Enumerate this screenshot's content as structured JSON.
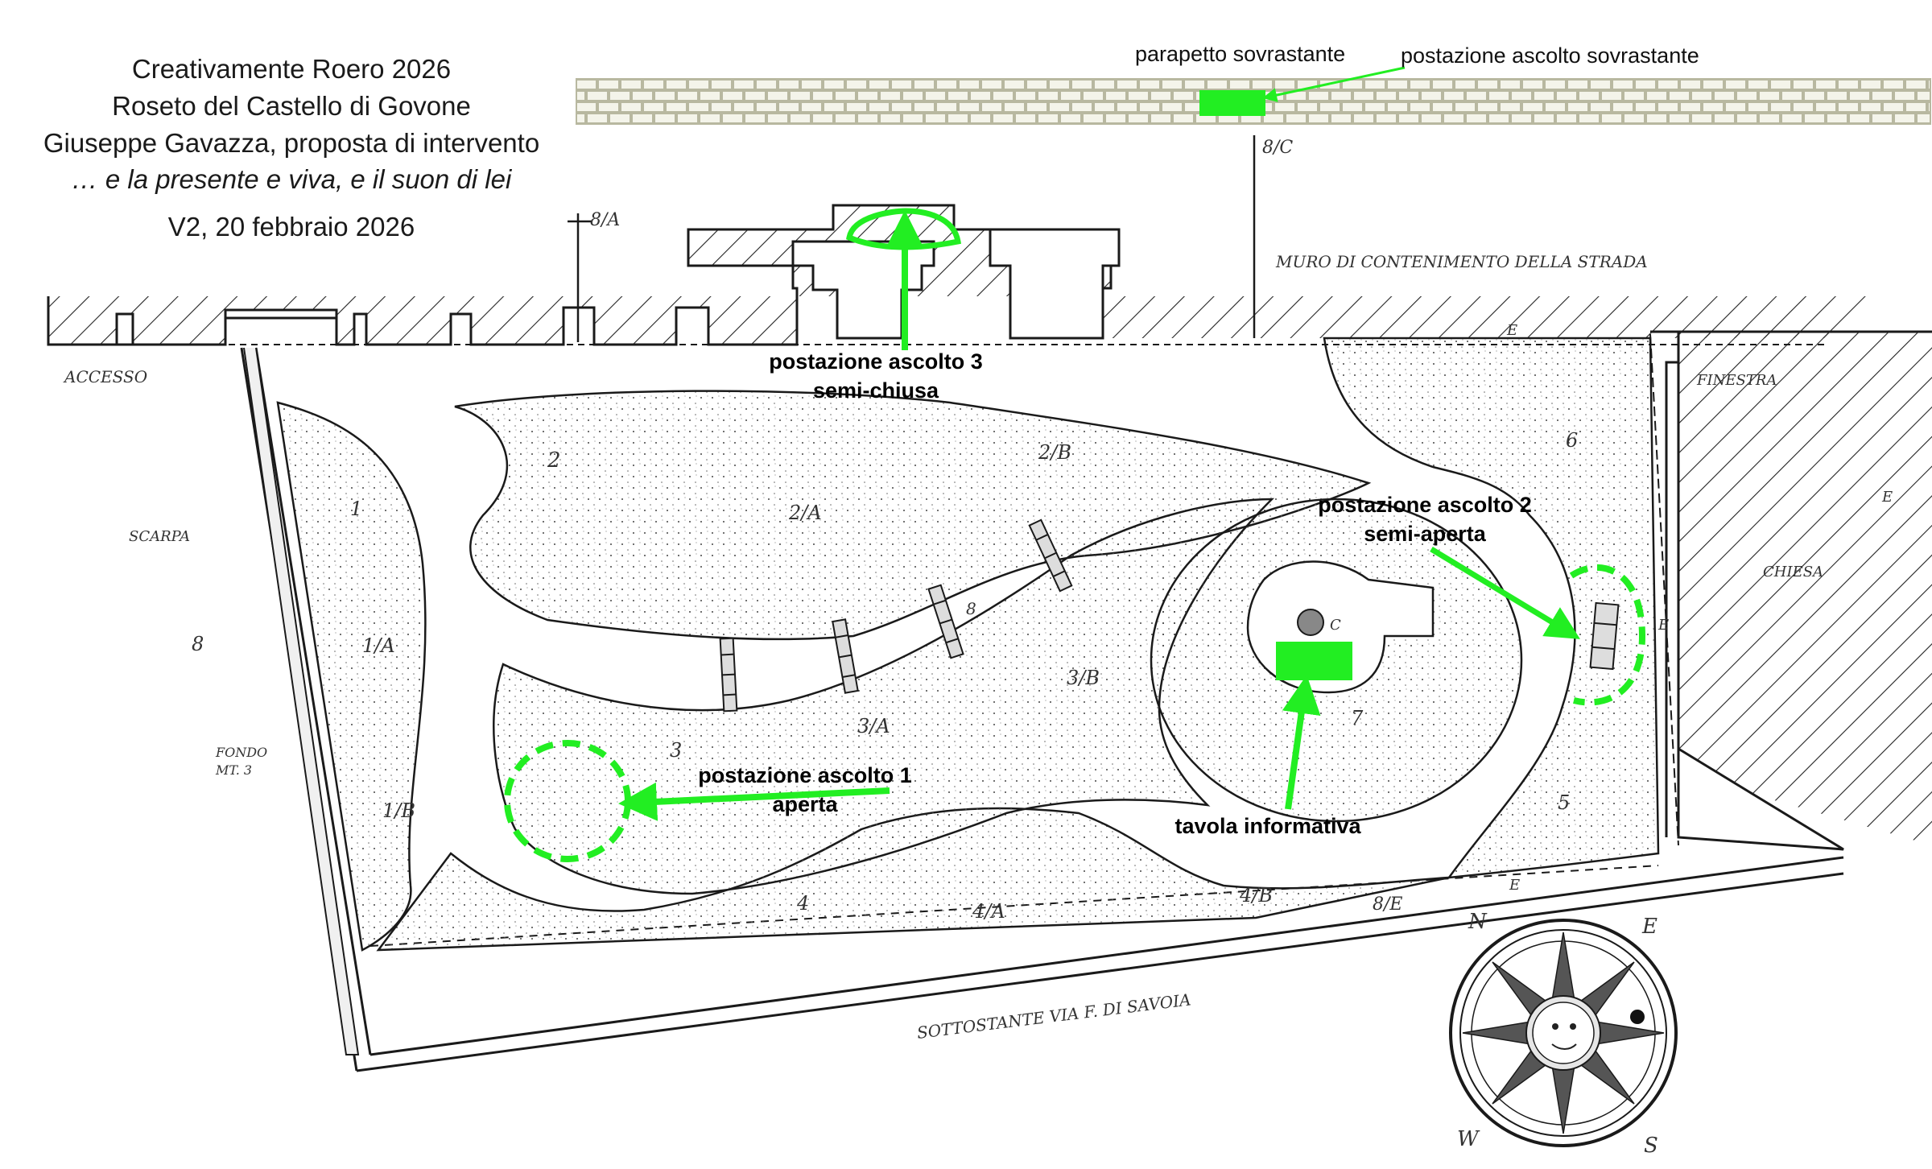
{
  "header": {
    "line1": "Creativamente Roero 2026",
    "line2": "Roseto del Castello di Govone",
    "line3": "Giuseppe Gavazza, proposta di intervento",
    "line4": "… e la presente e viva, e il suon di lei",
    "line5": "V2, 20 febbraio 2026"
  },
  "top_labels": {
    "parapet": "parapetto sovrastante",
    "upper_station": "postazione ascolto sovrastante"
  },
  "stations": {
    "s3_line1": "postazione ascolto 3",
    "s3_line2": "semi-chiusa",
    "s2_line1": "postazione ascolto 2",
    "s2_line2": "semi-aperta",
    "s1_line1": "postazione ascolto 1",
    "s1_line2": "aperta",
    "info_board": "tavola informativa"
  },
  "handwritten": {
    "wall": "MURO DI CONTENIMENTO DELLA STRADA",
    "access": "ACCESSO",
    "scarpa": "SCARPA",
    "finestra": "FINESTRA",
    "chiesa": "CHIESA",
    "street": "SOTTOSTANTE  VIA  F. DI SAVOIA",
    "fondo": "FONDO",
    "mt": "MT. 3",
    "section_8a": "8/A",
    "section_8c": "8/C",
    "section_8e": "8/E",
    "area_1": "1",
    "area_1a": "1/A",
    "area_1b": "1/B",
    "area_2": "2",
    "area_2a": "2/A",
    "area_2b": "2/B",
    "area_3": "3",
    "area_3a": "3/A",
    "area_3b": "3/B",
    "area_4": "4",
    "area_4a": "4/A",
    "area_4b": "4/B",
    "area_5": "5",
    "area_6": "6",
    "area_7": "7",
    "area_8": "8",
    "area_8b": "8",
    "area_c": "C",
    "area_e": "E",
    "area_e2": "E",
    "area_e3": "E",
    "area_e4": "E"
  },
  "compass": {
    "n": "N",
    "e": "E",
    "s": "S",
    "w": "W"
  },
  "colors": {
    "highlight": "#22ee22",
    "ink": "#1a1a1a",
    "brick": "#c8c8b4"
  }
}
